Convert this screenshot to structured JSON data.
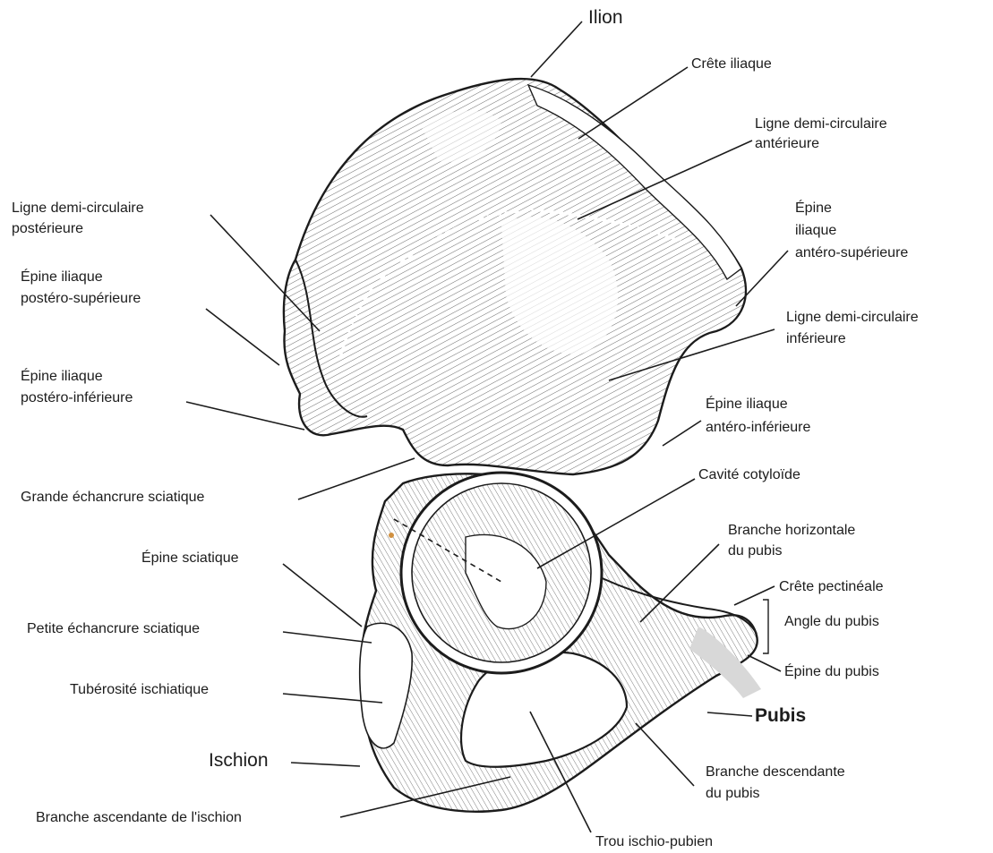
{
  "colors": {
    "ink": "#1c1c1c",
    "hatch": "#6a6a6a",
    "accent": "#d09040"
  },
  "labels": {
    "ilion": "Ilion",
    "crete_iliaque": "Crête iliaque",
    "ligne_ant_1": "Ligne demi-circulaire",
    "ligne_ant_2": "antérieure",
    "ligne_post_1": "Ligne demi-circulaire",
    "ligne_post_2": "postérieure",
    "epine_ant_sup_1": "Épine",
    "epine_ant_sup_2": "iliaque",
    "epine_ant_sup_3": "antéro-supérieure",
    "epine_post_sup_1": "Épine iliaque",
    "epine_post_sup_2": "postéro-supérieure",
    "ligne_inf_1": "Ligne demi-circulaire",
    "ligne_inf_2": "inférieure",
    "epine_post_inf_1": "Épine iliaque",
    "epine_post_inf_2": "postéro-inférieure",
    "epine_ant_inf_1": "Épine iliaque",
    "epine_ant_inf_2": "antéro-inférieure",
    "grande_echancrure": "Grande échancrure sciatique",
    "cavite": "Cavité cotyloïde",
    "branche_horiz_1": "Branche horizontale",
    "branche_horiz_2": "du pubis",
    "epine_sciatique": "Épine sciatique",
    "crete_pectineale": "Crête pectinéale",
    "angle_pubis": "Angle du pubis",
    "petite_echancrure": "Petite échancrure sciatique",
    "epine_pubis": "Épine du pubis",
    "tuberosite": "Tubérosité ischiatique",
    "pubis": "Pubis",
    "ischion": "Ischion",
    "branche_desc_1": "Branche descendante",
    "branche_desc_2": "du pubis",
    "branche_asc": "Branche ascendante de l'ischion",
    "trou": "Trou ischio-pubien"
  }
}
